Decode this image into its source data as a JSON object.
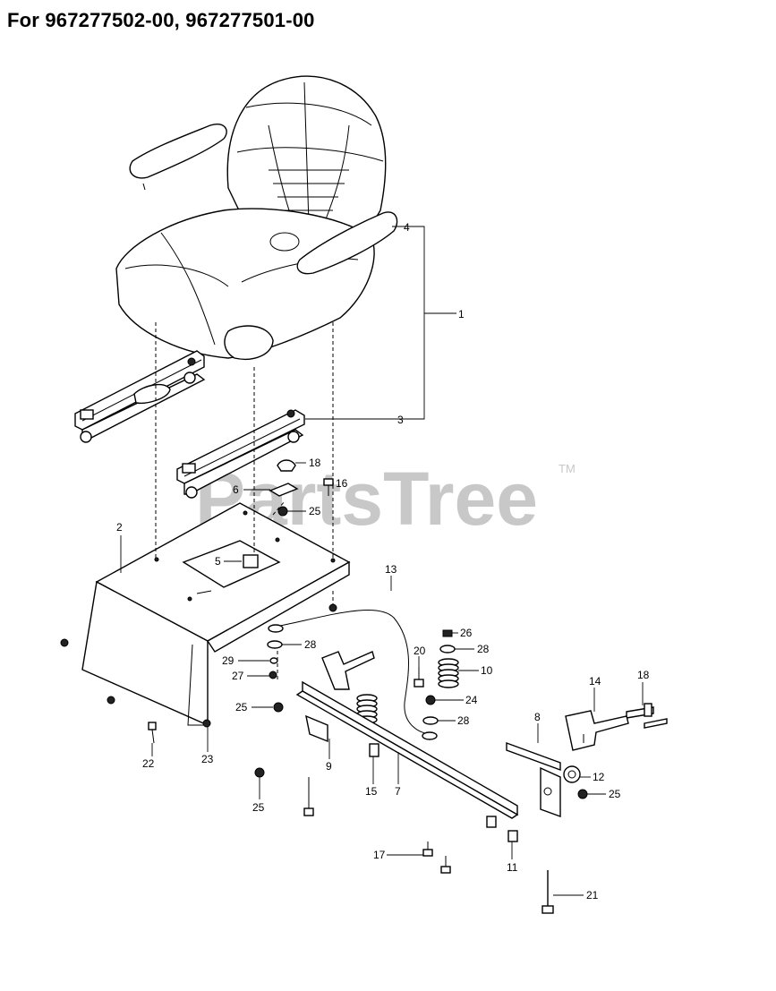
{
  "header": {
    "title": "For 967277502-00, 967277501-00"
  },
  "watermark": {
    "text": "PartsTree",
    "trademark": "TM"
  },
  "callouts": [
    {
      "id": "c1",
      "text": "1"
    },
    {
      "id": "c2",
      "text": "2"
    },
    {
      "id": "c3",
      "text": "3"
    },
    {
      "id": "c4",
      "text": "4"
    },
    {
      "id": "c5",
      "text": "5"
    },
    {
      "id": "c6",
      "text": "6"
    },
    {
      "id": "c7",
      "text": "7"
    },
    {
      "id": "c8",
      "text": "8"
    },
    {
      "id": "c9",
      "text": "9"
    },
    {
      "id": "c10",
      "text": "10"
    },
    {
      "id": "c11",
      "text": "11"
    },
    {
      "id": "c12",
      "text": "12"
    },
    {
      "id": "c13",
      "text": "13"
    },
    {
      "id": "c14",
      "text": "14"
    },
    {
      "id": "c15",
      "text": "15"
    },
    {
      "id": "c16",
      "text": "16"
    },
    {
      "id": "c17",
      "text": "17"
    },
    {
      "id": "c18a",
      "text": "18"
    },
    {
      "id": "c18b",
      "text": "18"
    },
    {
      "id": "c20",
      "text": "20"
    },
    {
      "id": "c21",
      "text": "21"
    },
    {
      "id": "c22",
      "text": "22"
    },
    {
      "id": "c23",
      "text": "23"
    },
    {
      "id": "c24",
      "text": "24"
    },
    {
      "id": "c25a",
      "text": "25"
    },
    {
      "id": "c25b",
      "text": "25"
    },
    {
      "id": "c25c",
      "text": "25"
    },
    {
      "id": "c25d",
      "text": "25"
    },
    {
      "id": "c26",
      "text": "26"
    },
    {
      "id": "c27",
      "text": "27"
    },
    {
      "id": "c28a",
      "text": "28"
    },
    {
      "id": "c28b",
      "text": "28"
    },
    {
      "id": "c28c",
      "text": "28"
    },
    {
      "id": "c29",
      "text": "29"
    }
  ]
}
